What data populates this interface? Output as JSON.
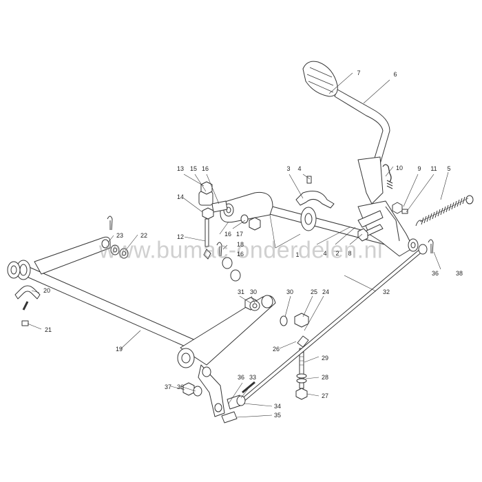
{
  "watermark": "www.bumac-onderdelen.nl",
  "colors": {
    "line": "#333333",
    "fill": "#ffffff",
    "shade": "#e6e6e6"
  },
  "part_numbers": [
    "1",
    "2",
    "3",
    "4",
    "4",
    "5",
    "6",
    "7",
    "8",
    "9",
    "10",
    "11",
    "12",
    "13",
    "14",
    "15",
    "16",
    "16",
    "16",
    "17",
    "18",
    "19",
    "20",
    "21",
    "22",
    "23",
    "24",
    "25",
    "26",
    "27",
    "28",
    "29",
    "30",
    "30",
    "31",
    "32",
    "33",
    "34",
    "35",
    "36",
    "36",
    "36",
    "37",
    "38"
  ]
}
